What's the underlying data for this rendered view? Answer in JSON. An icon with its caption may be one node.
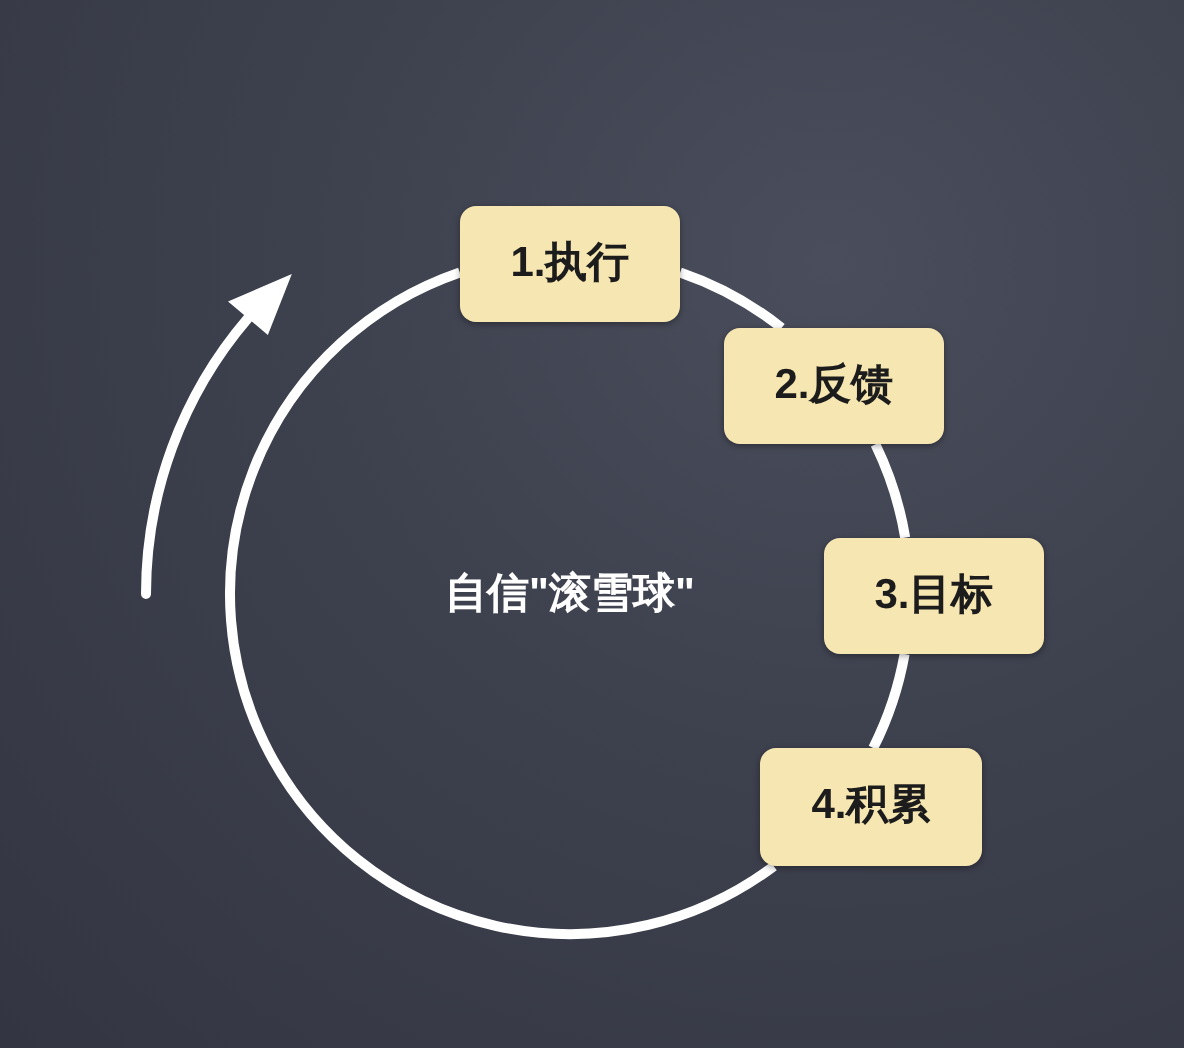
{
  "diagram": {
    "nodes": [
      {
        "text": [
          "1.执行"
        ]
      },
      {
        "text": [
          "2.反馈"
        ]
      },
      {
        "text": [
          "3.目标"
        ]
      },
      {
        "text": [
          "4.积累"
        ]
      }
    ],
    "edges": [
      {
        "from": 0,
        "to": 1,
        "arrow": "none"
      },
      {
        "from": 1,
        "to": 2,
        "arrow": "none"
      },
      {
        "from": 2,
        "to": 3,
        "arrow": "none"
      },
      {
        "from": 3,
        "to": 0,
        "arrow": "none"
      }
    ],
    "labels": [
      "自信\"滚雪球\""
    ]
  }
}
